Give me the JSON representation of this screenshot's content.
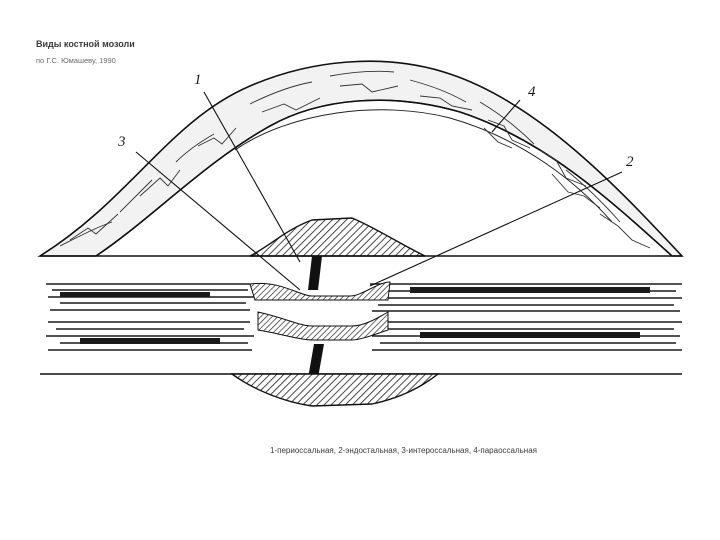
{
  "header": {
    "title": "Виды костной мозоли",
    "subtitle": "по Г.С. Юмашеву, 1990"
  },
  "labels": {
    "one": "1",
    "two": "2",
    "three": "3",
    "four": "4"
  },
  "legend": {
    "text": "1-периоссальная, 2-эндостальная, 3-интероссальная, 4-параоссальная"
  }
}
